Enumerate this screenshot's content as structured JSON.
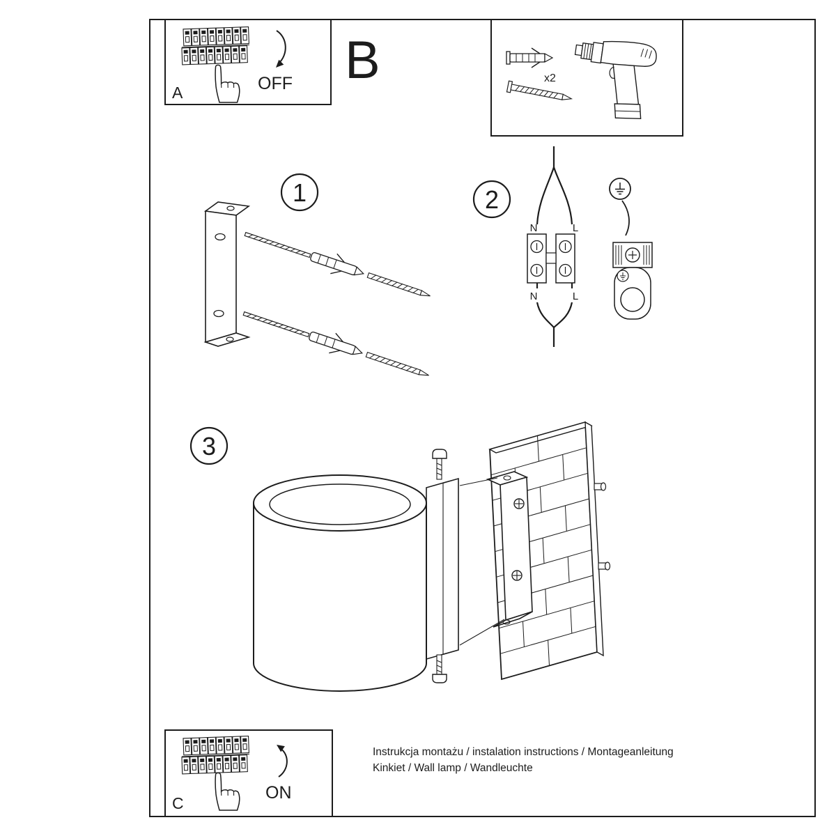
{
  "colors": {
    "ink": "#1c1c1c",
    "bg": "#ffffff"
  },
  "boxes": {
    "a": {
      "label": "A",
      "state": "OFF"
    },
    "c": {
      "label": "C",
      "state": "ON"
    },
    "hardware": {
      "qty": "x2"
    }
  },
  "section_b": {
    "label": "B"
  },
  "steps": {
    "one": "1",
    "two": "2",
    "three": "3"
  },
  "wiring": {
    "top_left": "N",
    "top_right": "L",
    "bottom_left": "N",
    "bottom_right": "L"
  },
  "footer": {
    "line1": "Instrukcja montażu / instalation instructions / Montageanleitung",
    "line2": "Kinkiet / Wall lamp / Wandleuchte"
  }
}
